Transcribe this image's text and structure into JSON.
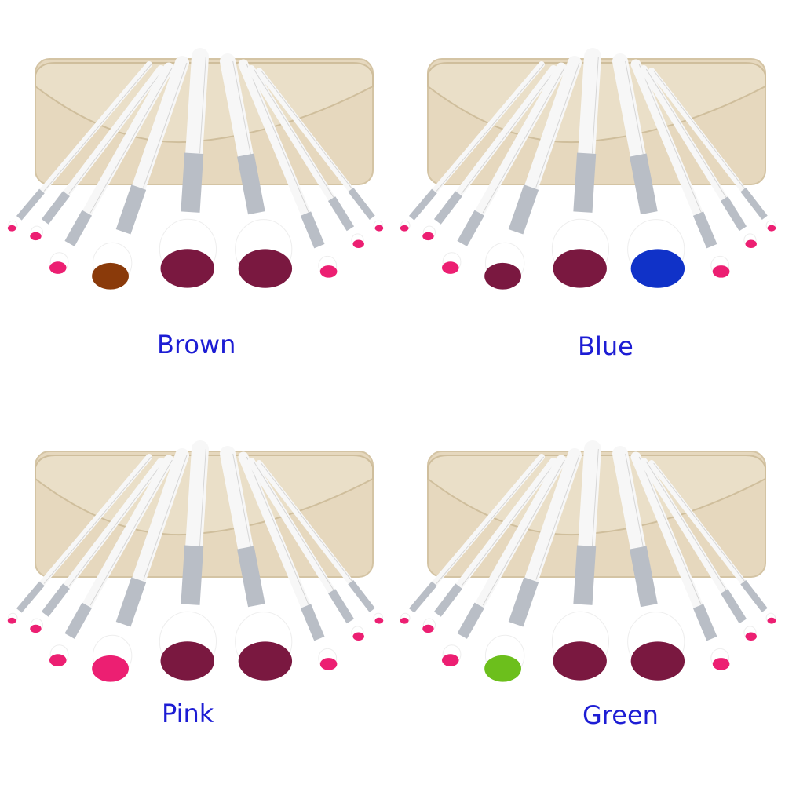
{
  "colors": {
    "label": "#1d1dd4",
    "pouch": "#e6d8be",
    "handle": "#f7f7f7",
    "ferrule": "#b9bec6",
    "pink_tip": "#ec1f72",
    "burgundy": "#7a1840",
    "brown": "#8a3a0a",
    "blue": "#1032c8",
    "green": "#6cbf1c"
  },
  "panels": [
    {
      "label": "Brown",
      "accent": "#8a3a0a"
    },
    {
      "label": "Blue",
      "accent": "#1032c8"
    },
    {
      "label": "Pink",
      "accent": "#ec1f72"
    },
    {
      "label": "Green",
      "accent": "#6cbf1c"
    }
  ]
}
